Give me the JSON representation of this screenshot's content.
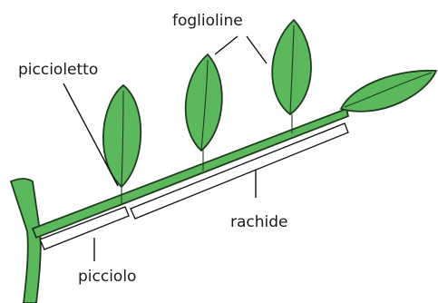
{
  "labels": {
    "foglioline": "foglioline",
    "picciolotto": "piccioletto",
    "rachide": "rachide",
    "picciolo": "picciolo"
  },
  "colors": {
    "leaf": "#5cb85c",
    "outline": "#1f3d1f"
  }
}
